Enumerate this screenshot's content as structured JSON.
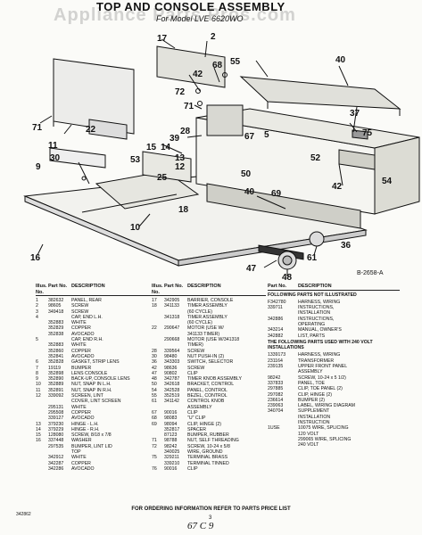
{
  "header": {
    "title": "TOP AND CONSOLE ASSEMBLY",
    "subtitle": "For Model LVE 6620WO",
    "watermark": "Appliance Parts Pros.com"
  },
  "diagram": {
    "ref_code": "B-2658-A",
    "callouts": [
      "17",
      "2",
      "68",
      "42",
      "72",
      "71",
      "71",
      "22",
      "11",
      "30",
      "9",
      "13",
      "12",
      "53",
      "39",
      "15",
      "14",
      "25",
      "67",
      "5",
      "55",
      "40",
      "75",
      "37",
      "52",
      "42",
      "54",
      "50",
      "69",
      "40",
      "47",
      "36",
      "61",
      "18",
      "48",
      "10",
      "16",
      "28"
    ]
  },
  "parts_columns": [
    {
      "headers": {
        "illus": "Illus. No.",
        "part": "Part No.",
        "desc": "DESCRIPTION"
      },
      "rows": [
        {
          "n": "1",
          "p": "382632",
          "d": "PANEL, REAR"
        },
        {
          "n": "2",
          "p": "98605",
          "d": "SCREW"
        },
        {
          "n": "3",
          "p": "349418",
          "d": "SCREW"
        },
        {
          "n": "4",
          "p": "",
          "d": "CAP, END L.H."
        },
        {
          "n": "",
          "p": "352883",
          "d": "WHITE"
        },
        {
          "n": "",
          "p": "352829",
          "d": "COPPER"
        },
        {
          "n": "",
          "p": "352838",
          "d": "AVOCADO"
        },
        {
          "n": "5",
          "p": "",
          "d": "CAP, END R.H."
        },
        {
          "n": "",
          "p": "352883",
          "d": "WHITE"
        },
        {
          "n": "",
          "p": "352860",
          "d": "COPPER"
        },
        {
          "n": "",
          "p": "352841",
          "d": "AVOCADO"
        },
        {
          "n": "6",
          "p": "352828",
          "d": "GASKET, STRIP LENS"
        },
        {
          "n": "7",
          "p": "19119",
          "d": "BUMPER"
        },
        {
          "n": "8",
          "p": "352898",
          "d": "LENS CONSOLE"
        },
        {
          "n": "9",
          "p": "352890",
          "d": "BACK-UP, CONSOLE LENS"
        },
        {
          "n": "10",
          "p": "352889",
          "d": "NUT, SNAP IN L.H."
        },
        {
          "n": "11",
          "p": "352891",
          "d": "NUT, SNAP IN R.H."
        },
        {
          "n": "12",
          "p": "339092",
          "d": "SCREEN, LINT"
        },
        {
          "n": "",
          "p": "",
          "d": "COVER, LINT SCREEN"
        },
        {
          "n": "",
          "p": "295131",
          "d": "WHITE"
        },
        {
          "n": "",
          "p": "295508",
          "d": "COPPER"
        },
        {
          "n": "",
          "p": "339127",
          "d": "AVOCADO"
        },
        {
          "n": "13",
          "p": "379230",
          "d": "HINGE - L.H."
        },
        {
          "n": "14",
          "p": "379229",
          "d": "HINGE - R.H."
        },
        {
          "n": "15",
          "p": "128080",
          "d": "SCREW, 8/18 x 7/8"
        },
        {
          "n": "16",
          "p": "337448",
          "d": "WASHER"
        },
        {
          "n": "",
          "p": "297535",
          "d": "BUMPER, LINT LID"
        },
        {
          "n": "",
          "p": "",
          "d": "TOP"
        },
        {
          "n": "",
          "p": "342912",
          "d": "WHITE"
        },
        {
          "n": "",
          "p": "342287",
          "d": "COPPER"
        },
        {
          "n": "",
          "p": "342286",
          "d": "AVOCADO"
        }
      ]
    },
    {
      "headers": {
        "illus": "Illus. No.",
        "part": "Part No.",
        "desc": "DESCRIPTION"
      },
      "rows": [
        {
          "n": "17",
          "p": "342905",
          "d": "BARRIER, CONSOLE"
        },
        {
          "n": "18",
          "p": "341133",
          "d": "TIMER ASSEMBLY"
        },
        {
          "n": "",
          "p": "",
          "d": "(60 CYCLE)"
        },
        {
          "n": "",
          "p": "341318",
          "d": "TIMER ASSEMBLY"
        },
        {
          "n": "",
          "p": "",
          "d": "(60 CYCLE)"
        },
        {
          "n": "22",
          "p": "290647",
          "d": "MOTOR (USE W/"
        },
        {
          "n": "",
          "p": "",
          "d": "341133 TIMER)"
        },
        {
          "n": "",
          "p": "290668",
          "d": "MOTOR (USE W/341318"
        },
        {
          "n": "",
          "p": "",
          "d": "TIMER)"
        },
        {
          "n": "28",
          "p": "339564",
          "d": "SCREW"
        },
        {
          "n": "30",
          "p": "98480",
          "d": "NUT PUSH-IN (2)"
        },
        {
          "n": "36",
          "p": "343303",
          "d": "SWITCH, SELECTOR"
        },
        {
          "n": "42",
          "p": "98636",
          "d": "SCREW"
        },
        {
          "n": "47",
          "p": "90802",
          "d": "CLIP"
        },
        {
          "n": "48",
          "p": "342787",
          "d": "TIMER KNOB ASSEMBLY"
        },
        {
          "n": "50",
          "p": "342618",
          "d": "BRACKET, CONTROL"
        },
        {
          "n": "54",
          "p": "342528",
          "d": "PANEL, CONTROL"
        },
        {
          "n": "55",
          "p": "352519",
          "d": "BEZEL, CONTROL"
        },
        {
          "n": "61",
          "p": "341142",
          "d": "CONTROL KNOB"
        },
        {
          "n": "",
          "p": "",
          "d": "ASSEMBLY"
        },
        {
          "n": "67",
          "p": "90016",
          "d": "CLIP"
        },
        {
          "n": "68",
          "p": "98083",
          "d": "\"U\" CLIP"
        },
        {
          "n": "69",
          "p": "98094",
          "d": "CLIP, HINGE (2)"
        },
        {
          "n": "",
          "p": "352817",
          "d": "SPACER"
        },
        {
          "n": "",
          "p": "87123",
          "d": "BUMPER, RUBBER"
        },
        {
          "n": "71",
          "p": "98788",
          "d": "NUT, SELF THREADING"
        },
        {
          "n": "72",
          "p": "98242",
          "d": "SCREW, 10-24 x 5/8"
        },
        {
          "n": "",
          "p": "340025",
          "d": "WIRE, GROUND"
        },
        {
          "n": "75",
          "p": "329211",
          "d": "TERMINAL BRASS"
        },
        {
          "n": "",
          "p": "339210",
          "d": "TERMINAL TINNED"
        },
        {
          "n": "76",
          "p": "90016",
          "d": "CLIP"
        }
      ]
    },
    {
      "headers": {
        "illus": "",
        "part": "Part No.",
        "desc": "DESCRIPTION"
      },
      "sections": [
        {
          "title": "FOLLOWING PARTS NOT ILLUSTRATED",
          "rows": [
            {
              "p": "F342780",
              "d": "HARNESS, WIRING"
            },
            {
              "p": "339711",
              "d": "INSTRUCTIONS,"
            },
            {
              "p": "",
              "d": "INSTALLATION"
            },
            {
              "p": "342886",
              "d": "INSTRUCTIONS,"
            },
            {
              "p": "",
              "d": "OPERATING"
            },
            {
              "p": "343214",
              "d": "MANUAL, OWNER'S"
            },
            {
              "p": "342882",
              "d": "LIST, PARTS"
            }
          ]
        },
        {
          "title": "THE FOLLOWING PARTS USED WITH 240 VOLT INSTALLATIONS",
          "rows": [
            {
              "p": "1339173",
              "d": "HARNESS, WIRING"
            },
            {
              "p": "231164",
              "d": "TRANSFORMER"
            },
            {
              "p": "239135",
              "d": "UPPER FRONT PANEL"
            },
            {
              "p": "",
              "d": "ASSEMBLY"
            },
            {
              "p": "98242",
              "d": "SCREW, 10-24 x 5 1/2)"
            },
            {
              "p": "337833",
              "d": "PANEL, TOE"
            },
            {
              "p": "297885",
              "d": "CLIP, TOE PANEL (2)"
            },
            {
              "p": "297082",
              "d": "CLIP, HINGE (2)"
            },
            {
              "p": "236614",
              "d": "BUMPER (2)"
            },
            {
              "p": "239063",
              "d": "LABEL, WIRING DIAGRAM"
            },
            {
              "p": "340704",
              "d": "SUPPLEMENT"
            },
            {
              "p": "",
              "d": "INSTALLATION"
            },
            {
              "p": "",
              "d": "INSTRUCTION"
            },
            {
              "p": "1USE",
              "d": "10075 WIRE, SPLICING"
            },
            {
              "p": "",
              "d": "120 VOLT"
            },
            {
              "p": "",
              "d": "299065 WIRE, SPLICING"
            },
            {
              "p": "",
              "d": "240 VOLT"
            }
          ]
        }
      ]
    }
  ],
  "footer": {
    "note": "FOR ORDERING INFORMATION REFER TO PARTS PRICE LIST",
    "code": "342862",
    "page": "3",
    "handwritten": "67  C  9"
  }
}
